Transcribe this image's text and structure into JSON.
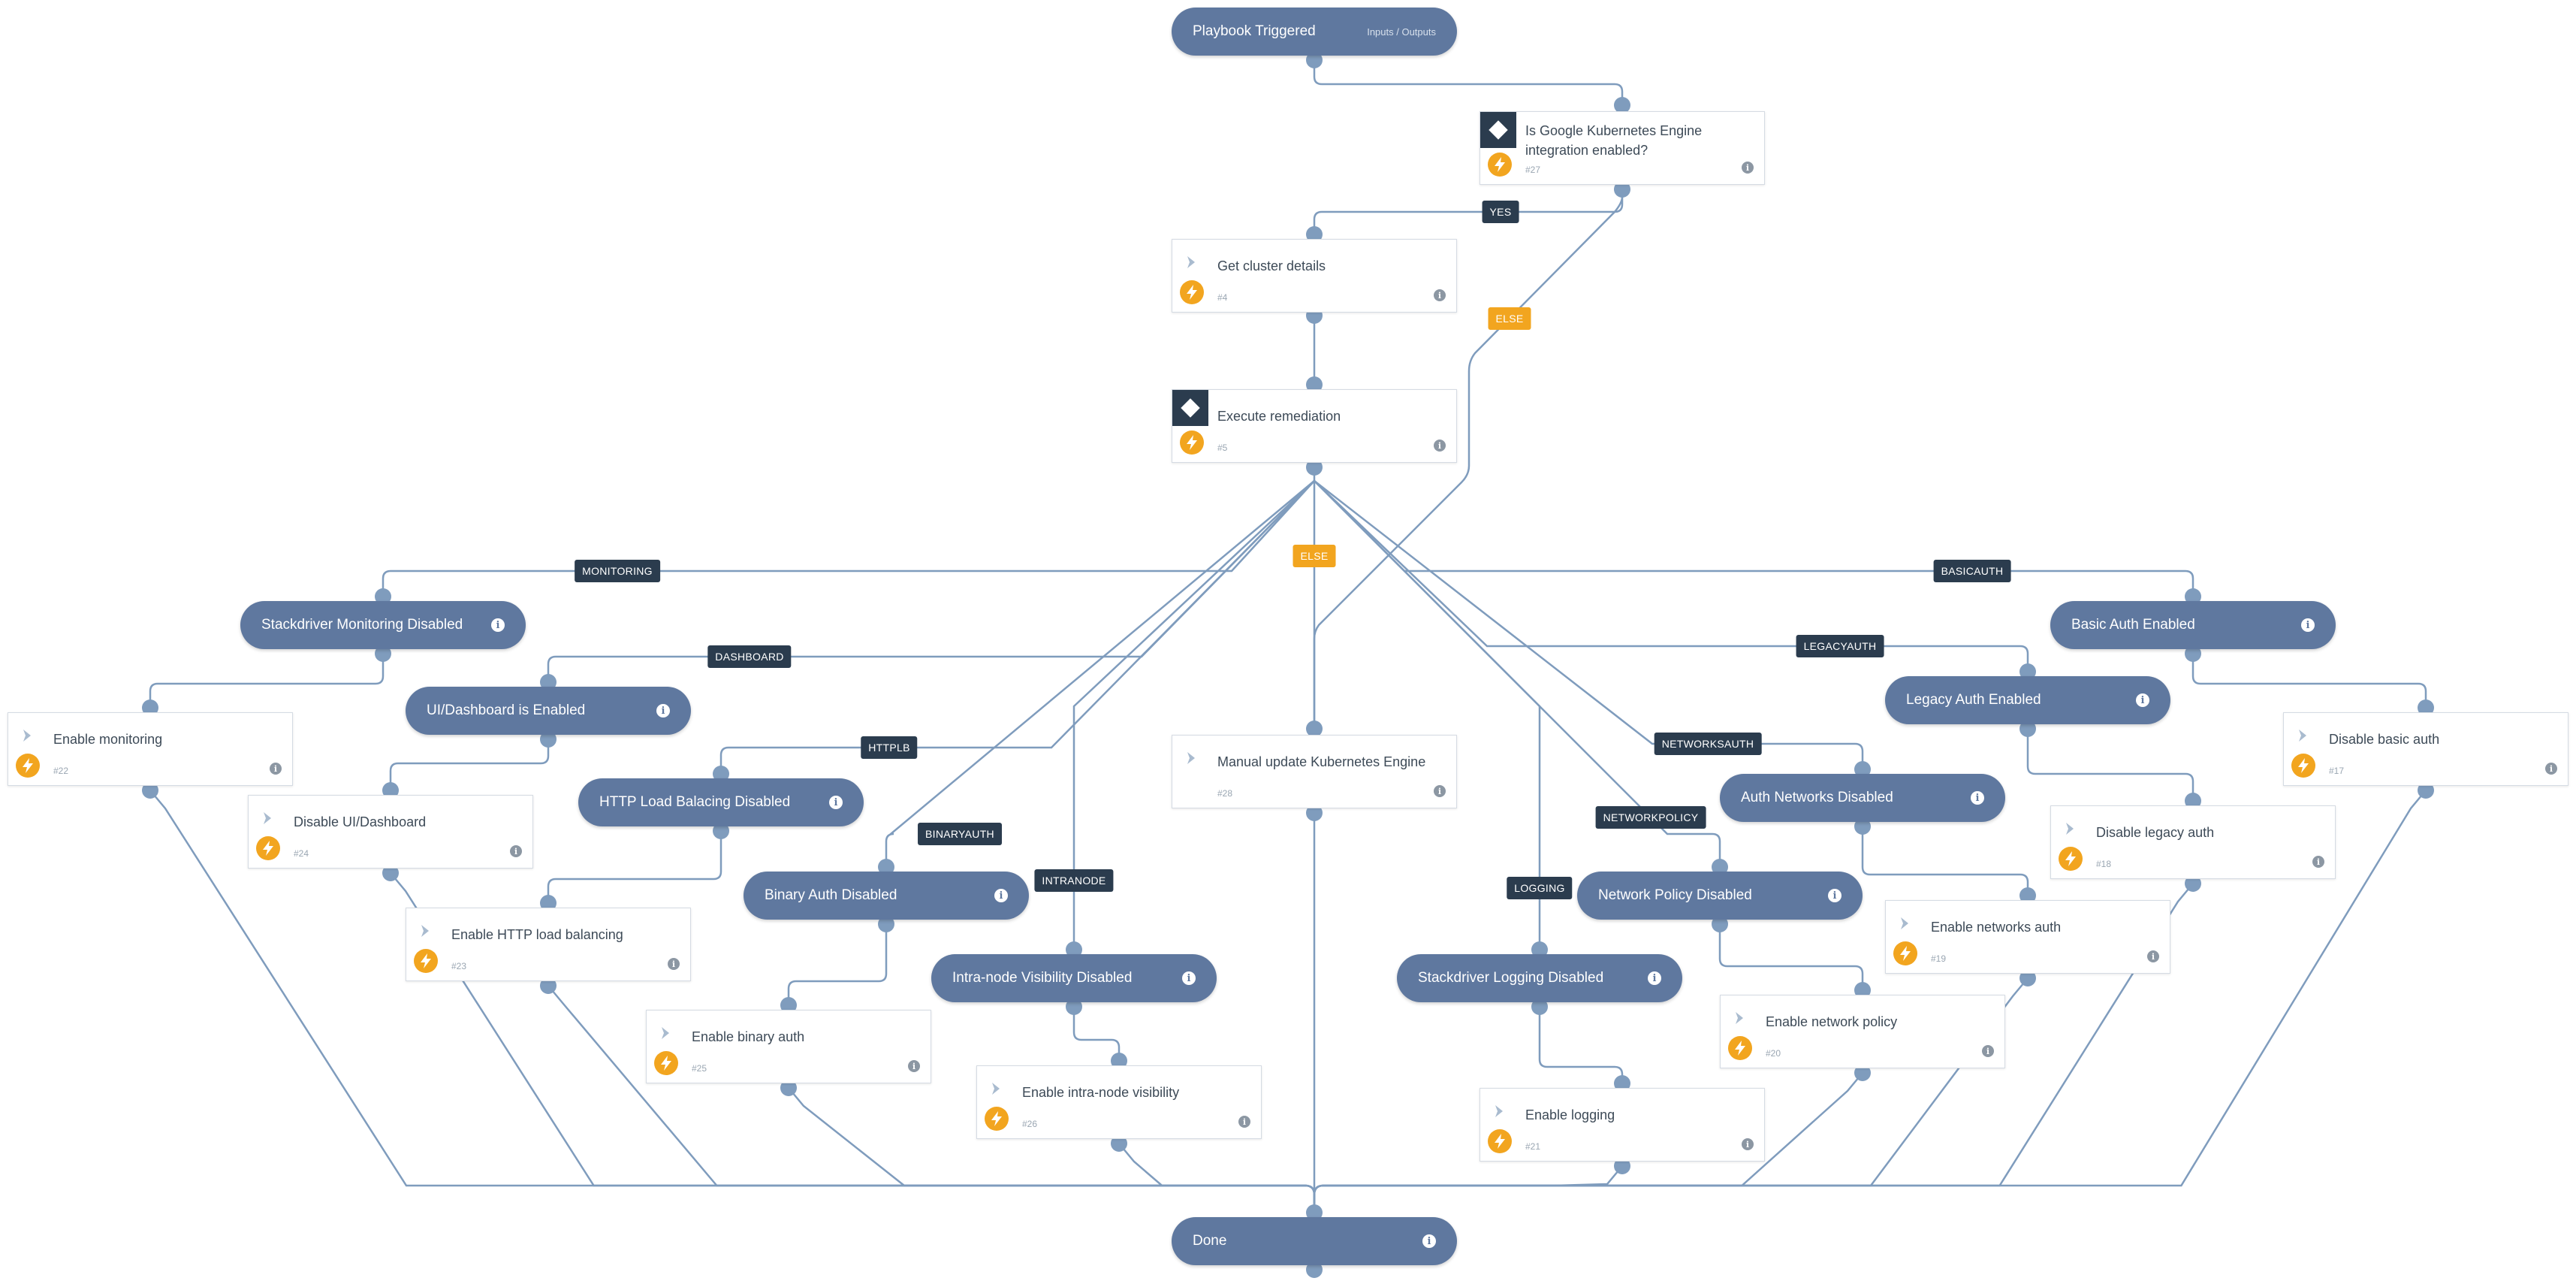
{
  "colors": {
    "pill": "#5f789f",
    "edge": "#7f9cbd",
    "condition_label": "#2b3c4e",
    "else_label": "#f2a51f",
    "bolt": "#f2a51f"
  },
  "trigger": {
    "title": "Playbook Triggered",
    "io_link": "Inputs / Outputs"
  },
  "done": {
    "title": "Done"
  },
  "tasks": {
    "check_integration": {
      "title": "Is Google Kubernetes Engine integration enabled?",
      "id": "#27",
      "kind": "condition"
    },
    "get_cluster": {
      "title": "Get cluster details",
      "id": "#4",
      "kind": "action"
    },
    "execute_remediation": {
      "title": "Execute remediation",
      "id": "#5",
      "kind": "condition"
    },
    "manual_update": {
      "title": "Manual update Kubernetes Engine",
      "id": "#28",
      "kind": "manual"
    },
    "enable_monitoring": {
      "title": "Enable monitoring",
      "id": "#22",
      "kind": "action"
    },
    "disable_dashboard": {
      "title": "Disable UI/Dashboard",
      "id": "#24",
      "kind": "action"
    },
    "enable_http_lb": {
      "title": "Enable HTTP load balancing",
      "id": "#23",
      "kind": "action"
    },
    "enable_binary_auth": {
      "title": "Enable binary auth",
      "id": "#25",
      "kind": "action"
    },
    "enable_intranode": {
      "title": "Enable intra-node visibility",
      "id": "#26",
      "kind": "action"
    },
    "enable_logging": {
      "title": "Enable logging",
      "id": "#21",
      "kind": "action"
    },
    "enable_network_policy": {
      "title": "Enable network policy",
      "id": "#20",
      "kind": "action"
    },
    "enable_networks_auth": {
      "title": "Enable networks auth",
      "id": "#19",
      "kind": "action"
    },
    "disable_legacy_auth": {
      "title": "Disable legacy auth",
      "id": "#18",
      "kind": "action"
    },
    "disable_basic_auth": {
      "title": "Disable basic auth",
      "id": "#17",
      "kind": "action"
    }
  },
  "sections": {
    "stackdriver_monitoring": "Stackdriver Monitoring Disabled",
    "ui_dashboard": "UI/Dashboard is Enabled",
    "http_lb": "HTTP Load Balacing Disabled",
    "binary_auth": "Binary Auth Disabled",
    "intranode": "Intra-node Visibility Disabled",
    "stackdriver_logging": "Stackdriver Logging Disabled",
    "network_policy": "Network Policy Disabled",
    "auth_networks": "Auth Networks Disabled",
    "legacy_auth": "Legacy Auth Enabled",
    "basic_auth": "Basic Auth Enabled"
  },
  "edge_labels": {
    "yes": "YES",
    "else_integration": "ELSE",
    "else_remediation": "ELSE",
    "monitoring": "MONITORING",
    "dashboard": "DASHBOARD",
    "httplb": "HTTPLB",
    "binaryauth": "BINARYAUTH",
    "intranode": "INTRANODE",
    "basicauth": "BASICAUTH",
    "legacyauth": "LEGACYAUTH",
    "networksauth": "NETWORKSAUTH",
    "networkpolicy": "NETWORKPOLICY",
    "logging": "LOGGING"
  }
}
